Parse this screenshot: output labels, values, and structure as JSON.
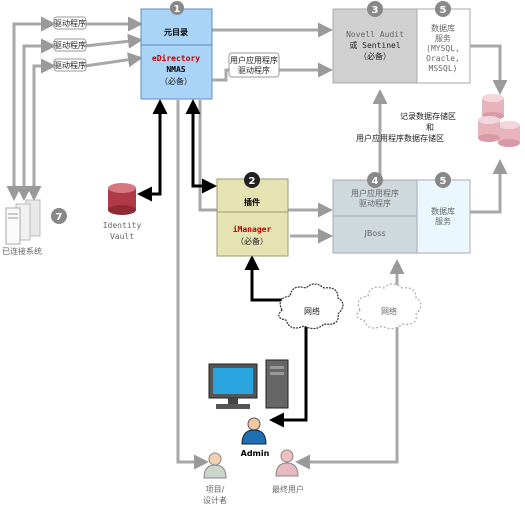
{
  "badges": [
    "1",
    "2",
    "3",
    "4",
    "5",
    "5",
    "7"
  ],
  "metadir": {
    "title": "元目录",
    "edir": "eDirectory",
    "nmas": "NMAS",
    "req": "（必备）"
  },
  "plugins": {
    "title": "插件",
    "imgr": "iManager",
    "req": "（必备）"
  },
  "audit": {
    "line1": "Novell Audit",
    "line2": "或 Sentinel",
    "req": "（必备）"
  },
  "db_top": {
    "line1": "数据库",
    "line2": "服务",
    "line3": "(MYSQL,",
    "line4": "Oracle,",
    "line5": "MSSQL)"
  },
  "userapp": {
    "line1": "用户应用程序",
    "line2": "驱动程序",
    "jboss": "JBoss"
  },
  "db_mid": {
    "line1": "数据库",
    "line2": "服务"
  },
  "drivers": [
    "驱动程序",
    "驱动程序",
    "驱动程序"
  ],
  "ua_driver": {
    "line1": "用户应用程序",
    "line2": "驱动程序"
  },
  "storage": {
    "line1": "记录数据存储区",
    "line2": "和",
    "line3": "用户应用程序数据存储区"
  },
  "vault": {
    "line1": "Identity",
    "line2": "Vault"
  },
  "connected": "已连接系统",
  "network": [
    "网络",
    "网络"
  ],
  "admin": "Admin",
  "designer": {
    "line1": "项目/",
    "line2": "设计者"
  },
  "enduser": "最终用户"
}
